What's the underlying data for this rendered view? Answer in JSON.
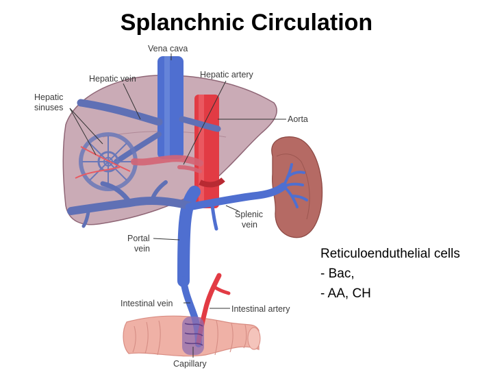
{
  "title": "Splanchnic Circulation",
  "labels": {
    "vena_cava": "Vena cava",
    "hepatic_vein": "Hepatic vein",
    "hepatic_artery": "Hepatic artery",
    "hepatic_sinuses_1": "Hepatic",
    "hepatic_sinuses_2": "sinuses",
    "aorta": "Aorta",
    "splenic_vein_1": "Splenic",
    "splenic_vein_2": "vein",
    "portal_vein_1": "Portal",
    "portal_vein_2": "vein",
    "intestinal_vein": "Intestinal vein",
    "intestinal_artery": "Intestinal artery",
    "capillary": "Capillary"
  },
  "notes": {
    "heading": "Reticuloenduthelial cells",
    "items": [
      "-  Bac,",
      "-  AA, CH"
    ]
  },
  "colors": {
    "liver": "#b58a9a",
    "vein": "#4f6fd0",
    "artery": "#e23b44",
    "spleen": "#b56a64",
    "intestine": "#efb1a6"
  }
}
